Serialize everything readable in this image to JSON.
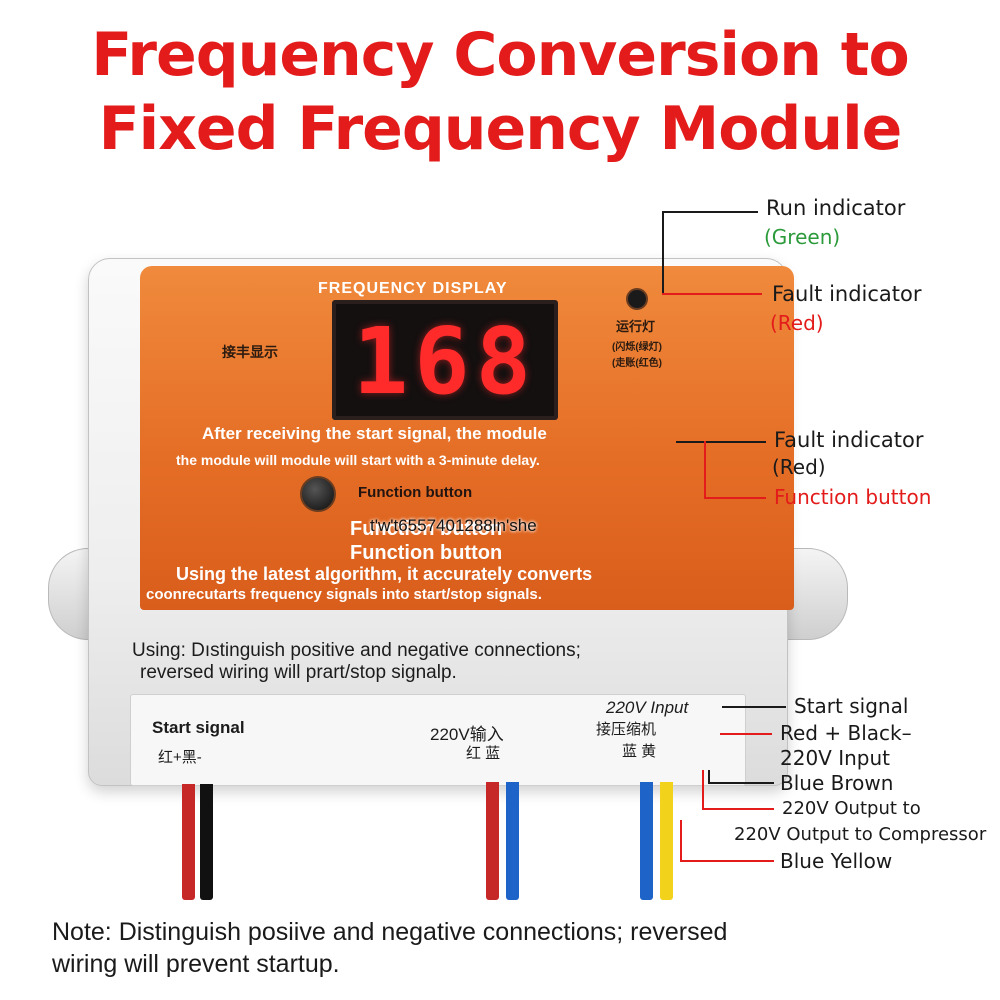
{
  "title": {
    "line1": "Frequency Conversion to",
    "line2": "Fixed Frequency Module"
  },
  "panel": {
    "freq_display_label": "FREQUENCY DISPLAY",
    "display_value": "168",
    "cn_left": "接丰显示",
    "cn_run": "运行灯",
    "cn_run_sub1": "(闪烁(绿灯)",
    "cn_run_sub2": "(走账(红色)",
    "info_line1": "After receiving the start signal, the module",
    "info_line2": "the module will module will start with a 3-minute delay.",
    "function_label_1": "Function button",
    "function_label_2": "Function button",
    "function_label_3": "Function button",
    "info_line3": "Using the latest algorithm, it accurately converts",
    "info_line4": "coonrecutarts frequency signals into start/stop signals."
  },
  "watermark": "t'w't6557401288ln'she",
  "device_text": {
    "using_line1": "Using: Dıstinguish positive and negative connections;",
    "using_line2": "reversed wiring will prart/stop signalp.",
    "start_signal": "Start signal",
    "start_signal_cn": "红+黑-",
    "input_220v_cn": "220V输入",
    "input_220v_cn_sub": "红 蓝",
    "input_220v": "220V Input",
    "compressor_cn": "接压缩机",
    "compressor_cn_sub": "蓝 黄"
  },
  "callouts": {
    "run_indicator": "Run indicator",
    "run_green": "(Green)",
    "fault_indicator_1": "Fault indicator",
    "fault_red_1": "(Red)",
    "fault_indicator_2": "Fault indicator",
    "fault_red_2": "(Red)",
    "function_button": "Function button",
    "start_signal": "Start signal",
    "red_black": "Red + Black–",
    "input_220v": "220V Input",
    "blue_brown": "Blue Brown",
    "output_220v": "220V Output to",
    "output_compressor": "220V Output to Compressor",
    "blue_yellow": "Blue Yellow"
  },
  "note": {
    "line1": "Note: Distinguish posiive and negative connections; reversed",
    "line2": "wiring will prevent startup."
  },
  "colors": {
    "title_red": "#e31b1b",
    "panel_orange": "#e56e26",
    "led_red": "#ff2b2b",
    "callout_green": "#2b9a3a",
    "wire_red": "#c62828",
    "wire_blue": "#1e63c8",
    "wire_yellow": "#f2d21a",
    "wire_black": "#111111"
  }
}
